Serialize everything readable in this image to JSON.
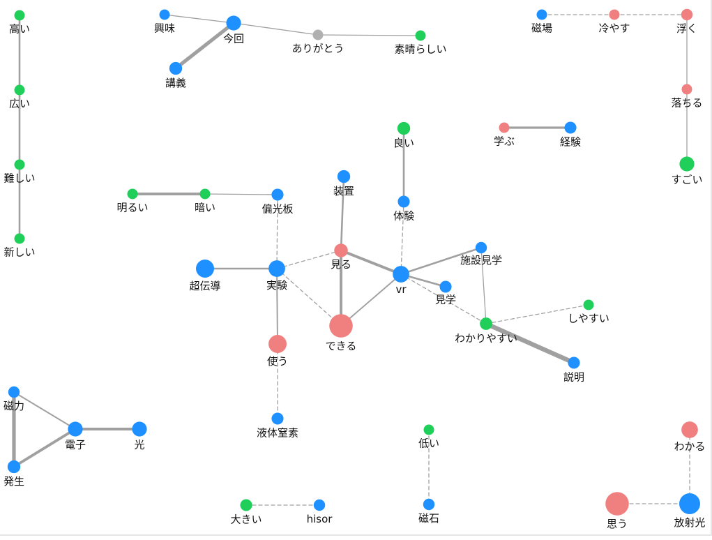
{
  "colors": {
    "noun": "#1e90ff",
    "verb": "#f08080",
    "adjective": "#1fcf5a",
    "other": "#b0b0b0",
    "edge": "#a0a0a0",
    "background": "#ffffff"
  },
  "nodes": [
    {
      "id": "takai",
      "label": "高い",
      "group": "adjective",
      "size": 1
    },
    {
      "id": "hiroi",
      "label": "広い",
      "group": "adjective",
      "size": 1
    },
    {
      "id": "muzukashii",
      "label": "難しい",
      "group": "adjective",
      "size": 1
    },
    {
      "id": "atarashii",
      "label": "新しい",
      "group": "adjective",
      "size": 1
    },
    {
      "id": "kyoumi",
      "label": "興味",
      "group": "noun",
      "size": 1
    },
    {
      "id": "konkai",
      "label": "今回",
      "group": "noun",
      "size": 2
    },
    {
      "id": "kougi",
      "label": "講義",
      "group": "noun",
      "size": 1.5
    },
    {
      "id": "arigatou",
      "label": "ありがとう",
      "group": "other",
      "size": 1
    },
    {
      "id": "subarashii",
      "label": "素晴らしい",
      "group": "adjective",
      "size": 1
    },
    {
      "id": "jiba",
      "label": "磁場",
      "group": "noun",
      "size": 1
    },
    {
      "id": "hiyasu",
      "label": "冷やす",
      "group": "verb",
      "size": 1
    },
    {
      "id": "uku",
      "label": "浮く",
      "group": "verb",
      "size": 1.2
    },
    {
      "id": "ochiru",
      "label": "落ちる",
      "group": "verb",
      "size": 1
    },
    {
      "id": "sugoi",
      "label": "すごい",
      "group": "adjective",
      "size": 2
    },
    {
      "id": "yoi",
      "label": "良い",
      "group": "adjective",
      "size": 1.5
    },
    {
      "id": "manabu",
      "label": "学ぶ",
      "group": "verb",
      "size": 1
    },
    {
      "id": "keiken",
      "label": "経験",
      "group": "noun",
      "size": 1.3
    },
    {
      "id": "akarui",
      "label": "明るい",
      "group": "adjective",
      "size": 1
    },
    {
      "id": "kurai",
      "label": "暗い",
      "group": "adjective",
      "size": 1
    },
    {
      "id": "henkouban",
      "label": "偏光板",
      "group": "noun",
      "size": 1.3
    },
    {
      "id": "souchi",
      "label": "装置",
      "group": "noun",
      "size": 1.5
    },
    {
      "id": "taiken",
      "label": "体験",
      "group": "noun",
      "size": 1.3
    },
    {
      "id": "miru",
      "label": "見る",
      "group": "verb",
      "size": 1.7
    },
    {
      "id": "vr",
      "label": "vr",
      "group": "noun",
      "size": 2.5
    },
    {
      "id": "shisetsukengaku",
      "label": "施設見学",
      "group": "noun",
      "size": 1.2
    },
    {
      "id": "kengaku",
      "label": "見学",
      "group": "noun",
      "size": 1.3
    },
    {
      "id": "choudendou",
      "label": "超伝導",
      "group": "noun",
      "size": 3
    },
    {
      "id": "jikken",
      "label": "実験",
      "group": "noun",
      "size": 2.5
    },
    {
      "id": "dekiru",
      "label": "できる",
      "group": "verb",
      "size": 5
    },
    {
      "id": "shiyasui",
      "label": "しやすい",
      "group": "adjective",
      "size": 1
    },
    {
      "id": "wakariyasui",
      "label": "わかりやすい",
      "group": "adjective",
      "size": 1.4
    },
    {
      "id": "setsumei",
      "label": "説明",
      "group": "noun",
      "size": 1.3
    },
    {
      "id": "tsukau",
      "label": "使う",
      "group": "verb",
      "size": 3
    },
    {
      "id": "ekitaichisso",
      "label": "液体窒素",
      "group": "noun",
      "size": 1.3
    },
    {
      "id": "jiryoku",
      "label": "磁力",
      "group": "noun",
      "size": 1.2
    },
    {
      "id": "denshi",
      "label": "電子",
      "group": "noun",
      "size": 2
    },
    {
      "id": "hikari",
      "label": "光",
      "group": "noun",
      "size": 2
    },
    {
      "id": "hassei",
      "label": "発生",
      "group": "noun",
      "size": 1.5
    },
    {
      "id": "hikui",
      "label": "低い",
      "group": "adjective",
      "size": 1
    },
    {
      "id": "jishaku",
      "label": "磁石",
      "group": "noun",
      "size": 1.2
    },
    {
      "id": "wakaru",
      "label": "わかる",
      "group": "verb",
      "size": 2.5
    },
    {
      "id": "ookii",
      "label": "大きい",
      "group": "adjective",
      "size": 1.3
    },
    {
      "id": "hisor",
      "label": "hisor",
      "group": "noun",
      "size": 1.2
    },
    {
      "id": "omou",
      "label": "思う",
      "group": "verb",
      "size": 5
    },
    {
      "id": "houshasen",
      "label": "放射光",
      "group": "noun",
      "size": 4
    }
  ],
  "edges": [
    {
      "source": "takai",
      "target": "hiroi",
      "weight": 2,
      "style": "solid"
    },
    {
      "source": "hiroi",
      "target": "muzukashii",
      "weight": 2,
      "style": "solid"
    },
    {
      "source": "muzukashii",
      "target": "atarashii",
      "weight": 2,
      "style": "solid"
    },
    {
      "source": "kyoumi",
      "target": "konkai",
      "weight": 1,
      "style": "solid"
    },
    {
      "source": "konkai",
      "target": "kougi",
      "weight": 4,
      "style": "solid"
    },
    {
      "source": "konkai",
      "target": "arigatou",
      "weight": 1,
      "style": "solid"
    },
    {
      "source": "arigatou",
      "target": "subarashii",
      "weight": 1,
      "style": "solid"
    },
    {
      "source": "jiba",
      "target": "hiyasu",
      "weight": 1,
      "style": "dashed"
    },
    {
      "source": "hiyasu",
      "target": "uku",
      "weight": 1,
      "style": "dashed"
    },
    {
      "source": "uku",
      "target": "ochiru",
      "weight": 1,
      "style": "solid"
    },
    {
      "source": "ochiru",
      "target": "sugoi",
      "weight": 1,
      "style": "solid"
    },
    {
      "source": "yoi",
      "target": "taiken",
      "weight": 2,
      "style": "solid"
    },
    {
      "source": "manabu",
      "target": "keiken",
      "weight": 2.5,
      "style": "solid"
    },
    {
      "source": "akarui",
      "target": "kurai",
      "weight": 3,
      "style": "solid"
    },
    {
      "source": "kurai",
      "target": "henkouban",
      "weight": 1,
      "style": "solid"
    },
    {
      "source": "henkouban",
      "target": "jikken",
      "weight": 1,
      "style": "dashed"
    },
    {
      "source": "souchi",
      "target": "miru",
      "weight": 2,
      "style": "solid"
    },
    {
      "source": "taiken",
      "target": "vr",
      "weight": 1,
      "style": "dashed"
    },
    {
      "source": "miru",
      "target": "vr",
      "weight": 3,
      "style": "solid"
    },
    {
      "source": "miru",
      "target": "jikken",
      "weight": 1,
      "style": "dashed"
    },
    {
      "source": "miru",
      "target": "dekiru",
      "weight": 3,
      "style": "solid"
    },
    {
      "source": "vr",
      "target": "shisetsukengaku",
      "weight": 2,
      "style": "solid"
    },
    {
      "source": "vr",
      "target": "kengaku",
      "weight": 2,
      "style": "solid"
    },
    {
      "source": "vr",
      "target": "dekiru",
      "weight": 1.5,
      "style": "solid"
    },
    {
      "source": "vr",
      "target": "wakariyasui",
      "weight": 1,
      "style": "dashed"
    },
    {
      "source": "shisetsukengaku",
      "target": "wakariyasui",
      "weight": 1,
      "style": "solid"
    },
    {
      "source": "choudendou",
      "target": "jikken",
      "weight": 2,
      "style": "solid"
    },
    {
      "source": "jikken",
      "target": "dekiru",
      "weight": 1,
      "style": "dashed"
    },
    {
      "source": "jikken",
      "target": "tsukau",
      "weight": 1.5,
      "style": "solid"
    },
    {
      "source": "tsukau",
      "target": "ekitaichisso",
      "weight": 1,
      "style": "dashed"
    },
    {
      "source": "wakariyasui",
      "target": "shiyasui",
      "weight": 1,
      "style": "dashed"
    },
    {
      "source": "wakariyasui",
      "target": "setsumei",
      "weight": 5,
      "style": "solid"
    },
    {
      "source": "jiryoku",
      "target": "denshi",
      "weight": 1.5,
      "style": "solid"
    },
    {
      "source": "jiryoku",
      "target": "hassei",
      "weight": 4,
      "style": "solid"
    },
    {
      "source": "denshi",
      "target": "hikari",
      "weight": 3,
      "style": "solid"
    },
    {
      "source": "denshi",
      "target": "hassei",
      "weight": 3,
      "style": "solid"
    },
    {
      "source": "hikui",
      "target": "jishaku",
      "weight": 1,
      "style": "dashed"
    },
    {
      "source": "wakaru",
      "target": "houshasen",
      "weight": 1,
      "style": "dashed"
    },
    {
      "source": "ookii",
      "target": "hisor",
      "weight": 1,
      "style": "dashed"
    },
    {
      "source": "omou",
      "target": "houshasen",
      "weight": 1,
      "style": "dashed"
    }
  ]
}
